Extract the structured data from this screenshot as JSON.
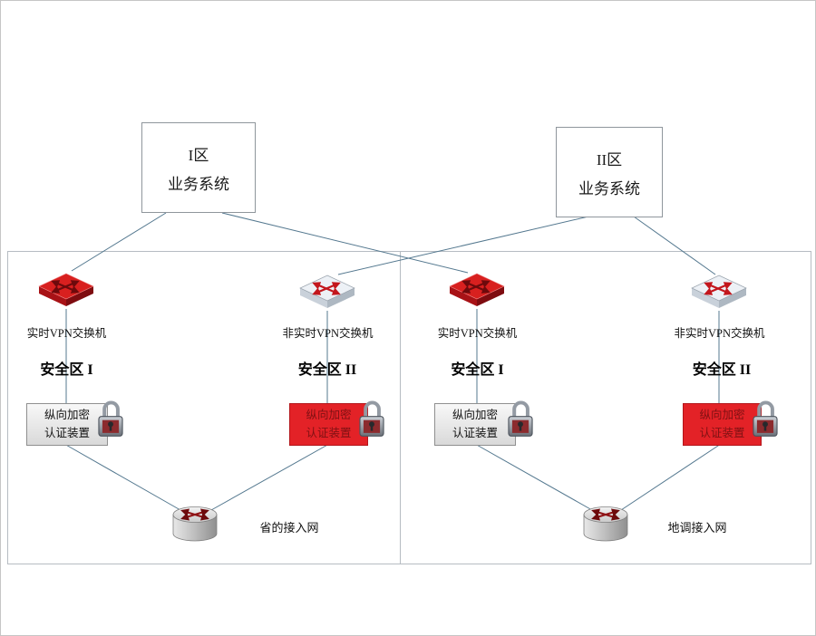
{
  "colors": {
    "red_accent": "#e32227",
    "line": "#54788f",
    "box_border": "#8f969c"
  },
  "top_boxes": [
    {
      "line1": "I区",
      "line2": "业务系统"
    },
    {
      "line1": "II区",
      "line2": "业务系统"
    }
  ],
  "regions": [
    {
      "realtime_switch_label": "实时VPN交换机",
      "non_realtime_switch_label": "非实时VPN交换机",
      "security_zone_1_label": "安全区 I",
      "security_zone_2_label": "安全区 II",
      "encryptor_label_line1": "纵向加密",
      "encryptor_label_line2": "认证装置",
      "network_label": "省的接入网"
    },
    {
      "realtime_switch_label": "实时VPN交换机",
      "non_realtime_switch_label": "非实时VPN交换机",
      "security_zone_1_label": "安全区 I",
      "security_zone_2_label": "安全区 II",
      "encryptor_label_line1": "纵向加密",
      "encryptor_label_line2": "认证装置",
      "network_label": "地调接入网"
    }
  ],
  "icons": {
    "realtime_switch": "red-switch-icon",
    "non_realtime_switch": "white-switch-icon",
    "encryptor": "padlock-icon",
    "access_network": "router-icon"
  }
}
